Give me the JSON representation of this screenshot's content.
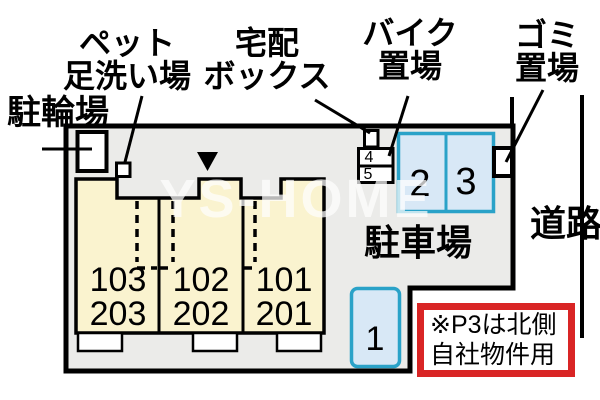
{
  "watermark": "YS-HOME",
  "labels": {
    "pet_wash": {
      "line1": "ペット",
      "line2": "足洗い場"
    },
    "delivery_box": {
      "line1": "宅配",
      "line2": "ボックス"
    },
    "bike_area": {
      "line1": "バイク",
      "line2": "置場"
    },
    "garbage_area": {
      "line1": "ゴミ",
      "line2": "置場"
    },
    "bicycle_parking": "駐輪場",
    "road": "道路",
    "car_parking_lot": "駐車場"
  },
  "units": [
    {
      "line1": "103",
      "line2": "203"
    },
    {
      "line1": "102",
      "line2": "202"
    },
    {
      "line1": "101",
      "line2": "201"
    }
  ],
  "parking_spaces": {
    "car": [
      "1",
      "2",
      "3"
    ],
    "bike": [
      "4",
      "5"
    ]
  },
  "note": {
    "line1": "※P3は北側",
    "line2": "自社物件用"
  },
  "icons": {
    "entrance_marker": "filled-down-triangle"
  },
  "colors": {
    "site-fill": "#EBEBE9",
    "building-fill": "#FAF3CF",
    "space-fill": "#D8E8F6",
    "space-border": "#2AA2C8",
    "note-border": "#D92525",
    "line-black": "#000000",
    "watermark-color": "#FFFFFF"
  }
}
